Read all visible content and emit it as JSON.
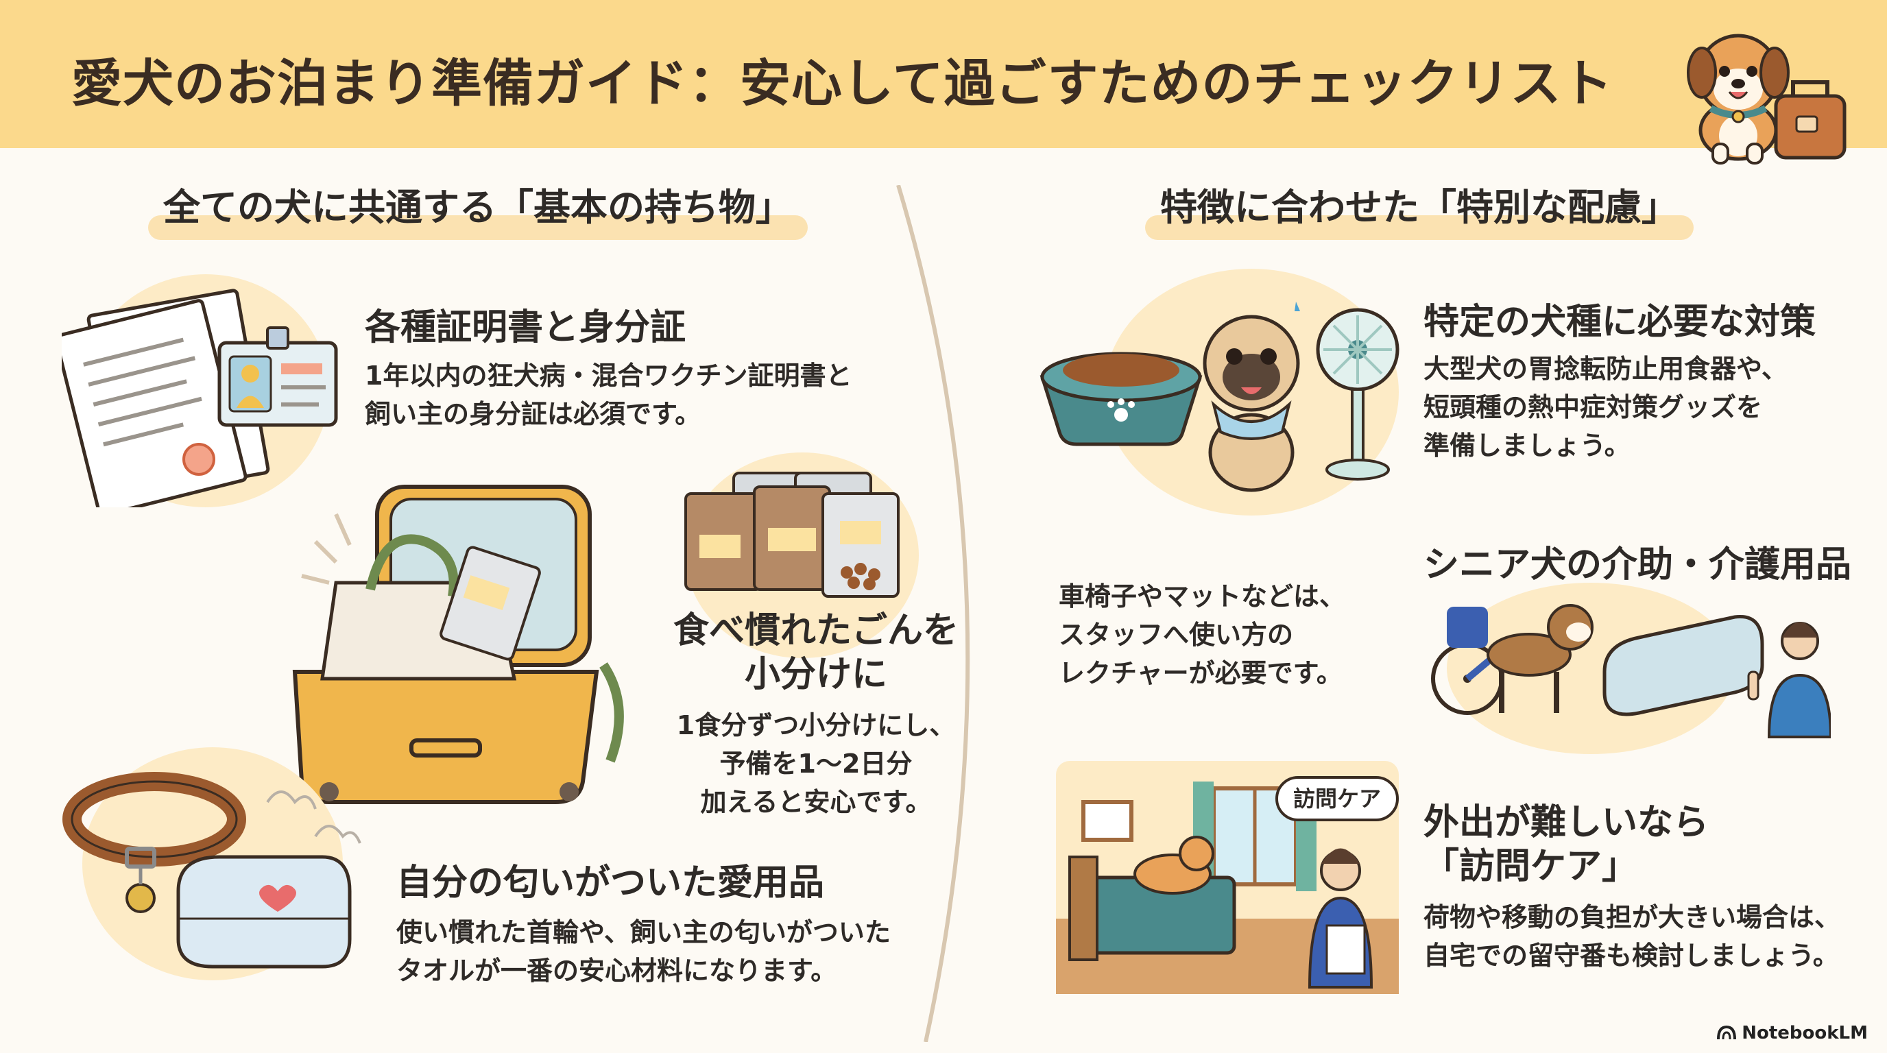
{
  "header": {
    "title": "愛犬のお泊まり準備ガイド：安心して過ごすためのチェックリスト"
  },
  "left": {
    "heading": "全ての犬に共通する「基本の持ち物」",
    "items": [
      {
        "title": "各種証明書と身分証",
        "desc": "1年以内の狂犬病・混合ワクチン証明書と\n飼い主の身分証は必須です。"
      },
      {
        "title": "食べ慣れたごんを\n小分けに",
        "desc": "1食分ずつ小分けにし、\n予備を1～2日分\n加えると安心です。"
      },
      {
        "title": "自分の匂いがついた愛用品",
        "desc": "使い慣れた首輪や、飼い主の匂いがついた\nタオルが一番の安心材料になります。"
      }
    ]
  },
  "right": {
    "heading": "特徴に合わせた「特別な配慮」",
    "items": [
      {
        "title": "特定の犬種に必要な対策",
        "desc": "大型犬の胃捻転防止用食器や、\n短頭種の熱中症対策グッズを\n準備しましょう。"
      },
      {
        "title": "シニア犬の介助・介護用品",
        "desc": "車椅子やマットなどは、\nスタッフへ使い方の\nレクチャーが必要です。"
      },
      {
        "title": "外出が難しいなら\n「訪問ケア」",
        "desc": "荷物や移動の負担が大きい場合は、\n自宅での留守番も検討しましょう。",
        "bubble": "訪問ケア"
      }
    ]
  },
  "footer": {
    "logo": "NotebookLM"
  },
  "colors": {
    "header_bg": "#fbd98c",
    "page_bg": "#fdfaf4",
    "blob": "#fdebc6",
    "accent_teal": "#4a8a8c"
  }
}
